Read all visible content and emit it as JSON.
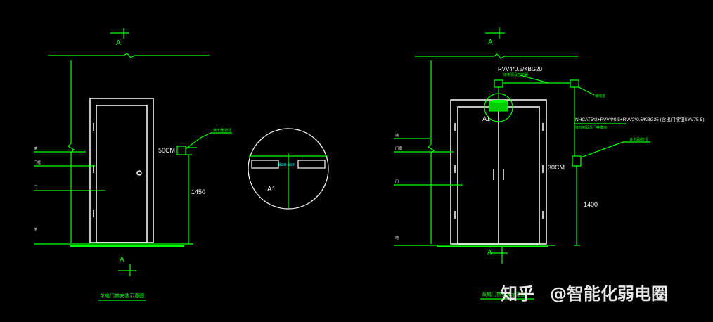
{
  "colors": {
    "background": "#000000",
    "green": "#00ff00",
    "white": "#ffffff",
    "cyan": "#00ffff",
    "chip_fill": "#00cc00"
  },
  "left": {
    "section_top": "A",
    "section_bottom": "A",
    "height_label": "50CM",
    "dim_value": "1450",
    "title": "单扇门禁安装示意图",
    "device_note": "读卡器/按钮",
    "side_labels": [
      "墙",
      "门框",
      "门",
      "地"
    ]
  },
  "center": {
    "spacing_label": "6cm 6cm",
    "detail_id": "A1"
  },
  "right": {
    "section_top": "A",
    "section_bottom": "A",
    "cable_top": "RVV4*0.5/KBG20",
    "cable_top_note": "接电源及控制器",
    "cable_top_right_note": "接线盒",
    "cable_long": "NHCAT5*2+RVV4*0.5+RVV2*0.5/KBG25 (含出门按钮SYV75-5)",
    "cable_long_note": "接控制器及门禁模块",
    "detail_id": "A1",
    "height_label": "30CM",
    "dim_value": "1400",
    "device_note": "读卡器/按钮",
    "title": "双扇门禁安装示意图",
    "side_labels": [
      "墙",
      "门框",
      "门",
      "地"
    ]
  },
  "watermark": {
    "brand": "知乎",
    "account": "@智能化弱电圈"
  }
}
